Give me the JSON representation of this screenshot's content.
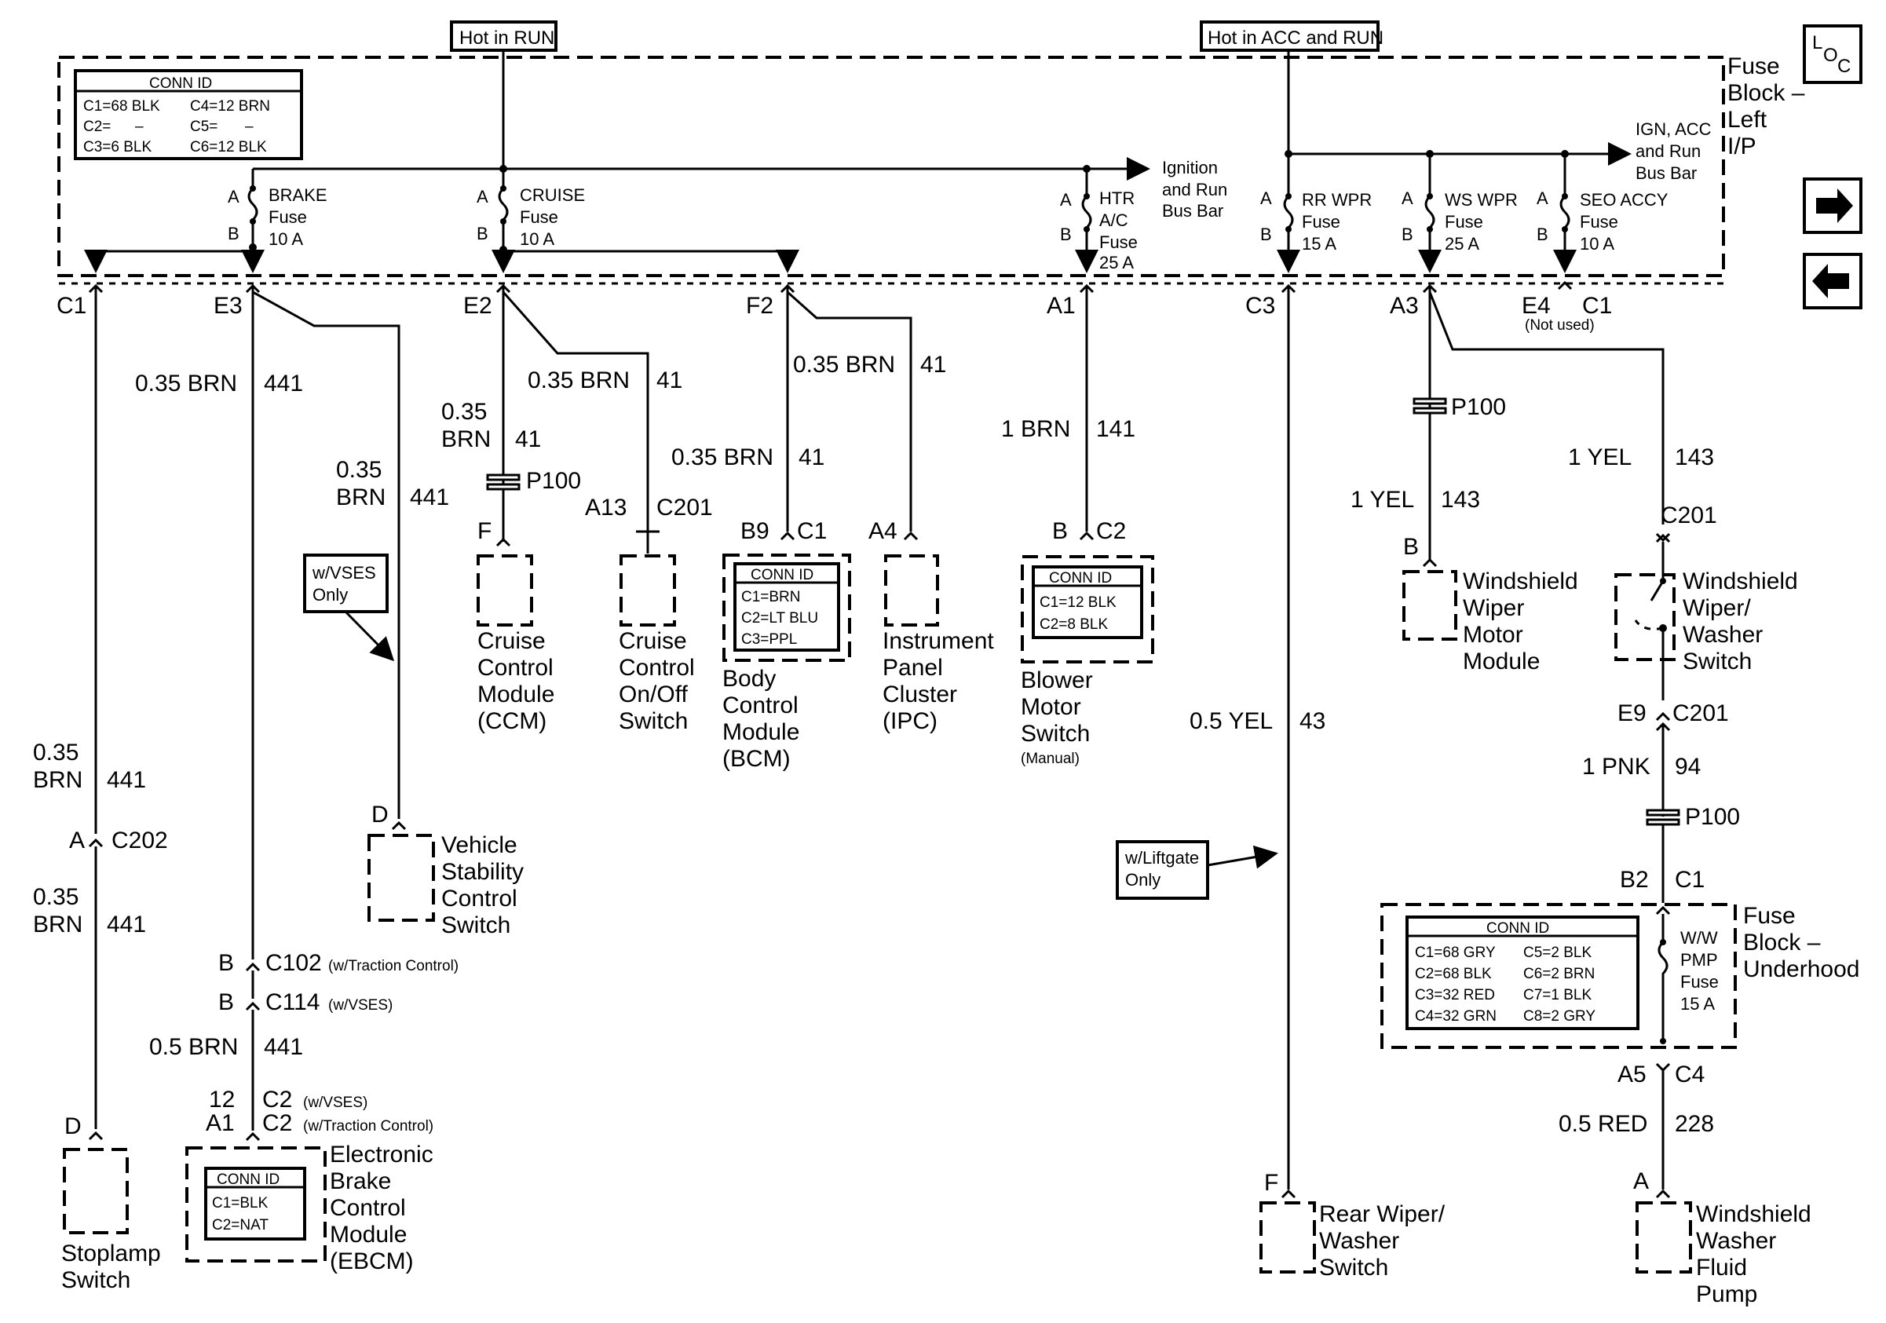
{
  "header": {
    "hot_run": "Hot in RUN",
    "hot_acc": "Hot in ACC and RUN",
    "loc": "LOC"
  },
  "fuse_block": {
    "title": [
      "Fuse",
      "Block –",
      "Left",
      "I/P"
    ],
    "conn_id": {
      "title": "CONN ID",
      "rows": [
        [
          "C1=68 BLK",
          "C4=12 BRN"
        ],
        [
          "C2=",
          "–",
          "C5=",
          "–"
        ],
        [
          "C3=6 BLK",
          "C6=12 BLK"
        ]
      ]
    },
    "ign_bus": [
      "Ignition",
      "and Run",
      "Bus Bar"
    ],
    "acc_bus": [
      "IGN, ACC",
      "and Run",
      "Bus Bar"
    ],
    "fuses": [
      {
        "name": "BRAKE",
        "l2": "Fuse",
        "l3": "10 A"
      },
      {
        "name": "CRUISE",
        "l2": "Fuse",
        "l3": "10 A"
      },
      {
        "name": "HTR",
        "l2": "A/C",
        "l3": "Fuse",
        "l4": "25 A"
      },
      {
        "name": "RR WPR",
        "l2": "Fuse",
        "l3": "15 A"
      },
      {
        "name": "WS WPR",
        "l2": "Fuse",
        "l3": "25 A"
      },
      {
        "name": "SEO ACCY",
        "l2": "Fuse",
        "l3": "10 A"
      }
    ],
    "pin_a": "A",
    "pin_b": "B"
  },
  "terminals": {
    "c1": "C1",
    "e3": "E3",
    "e2": "E2",
    "f2": "F2",
    "a1": "A1",
    "c3": "C3",
    "a3": "A3",
    "e4": "E4",
    "e4c1": "C1",
    "not_used": "(Not used)"
  },
  "wires": {
    "brn035": "0.35 BRN",
    "w441": "441",
    "w41": "41",
    "brn035a": "0.35",
    "brn035b": "BRN",
    "brn1": "1 BRN",
    "w141": "141",
    "yel05": "0.5 YEL",
    "w43": "43",
    "yel1": "1 YEL",
    "w143": "143",
    "pnk1": "1 PNK",
    "w94": "94",
    "red05": "0.5 RED",
    "w228": "228",
    "brn05": "0.5 BRN"
  },
  "connectors": {
    "p100": "P100",
    "c201": "C201",
    "a13": "A13",
    "c202": "C202",
    "a": "A",
    "b": "B",
    "d": "D",
    "f": "F",
    "b9": "B9",
    "c1": "C1",
    "a4": "A4",
    "c2": "C2",
    "c102": "C102",
    "c102n": "(w/Traction Control)",
    "c114": "C114",
    "c114n": "(w/VSES)",
    "n12": "12",
    "na1": "A1",
    "c2v": "C2",
    "c2vn": "w/VSES)",
    "c2tn": "(w/Traction Control)",
    "e9": "E9",
    "b2": "B2",
    "a5": "A5",
    "c4": "C4"
  },
  "components": {
    "ccm": [
      "Cruise",
      "Control",
      "Module",
      "(CCM)"
    ],
    "onoff": [
      "Cruise",
      "Control",
      "On/Off",
      "Switch"
    ],
    "bcm": [
      "Body",
      "Control",
      "Module",
      "(BCM)"
    ],
    "bcm_conn": {
      "title": "CONN ID",
      "rows": [
        "C1=BRN",
        "C2=LT BLU",
        "C3=PPL"
      ]
    },
    "ipc": [
      "Instrument",
      "Panel",
      "Cluster",
      "(IPC)"
    ],
    "blower": [
      "Blower",
      "Motor",
      "Switch"
    ],
    "blower_note": "(Manual)",
    "blower_conn": {
      "title": "CONN ID",
      "rows": [
        "C1=12 BLK",
        "C2=8 BLK"
      ]
    },
    "vsc": [
      "Vehicle",
      "Stability",
      "Control",
      "Switch"
    ],
    "vses_note": [
      "w/VSES",
      "Only"
    ],
    "stoplamp": [
      "Stoplamp",
      "Switch"
    ],
    "ebcm": [
      "Electronic",
      "Brake",
      "Control",
      "Module",
      "(EBCM)"
    ],
    "ebcm_conn": {
      "title": "CONN ID",
      "rows": [
        "C1=BLK",
        "C2=NAT"
      ]
    },
    "wiper_mod": [
      "Windshield",
      "Wiper",
      "Motor",
      "Module"
    ],
    "wiper_sw": [
      "Windshield",
      "Wiper/",
      "Washer",
      "Switch"
    ],
    "rear_wiper": [
      "Rear Wiper/",
      "Washer",
      "Switch"
    ],
    "liftgate_note": [
      "w/Liftgate",
      "Only"
    ],
    "washer_pump": [
      "Windshield",
      "Washer",
      "Fluid",
      "Pump"
    ],
    "underhood": [
      "Fuse",
      "Block –",
      "Underhood"
    ],
    "underhood_conn": {
      "title": "CONN ID",
      "rows": [
        [
          "C1=68 GRY",
          "C5=2 BLK"
        ],
        [
          "C2=68 BLK",
          "C6=2 BRN"
        ],
        [
          "C3=32 RED",
          "C7=1 BLK"
        ],
        [
          "C4=32 GRN",
          "C8=2 GRY"
        ]
      ]
    },
    "ww_fuse": [
      "W/W",
      "PMP",
      "Fuse",
      "15 A"
    ]
  }
}
